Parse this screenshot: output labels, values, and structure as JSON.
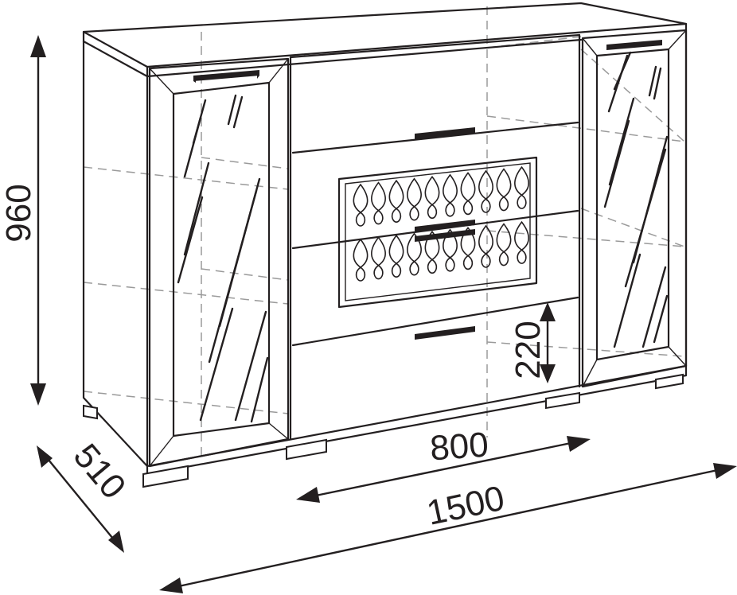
{
  "dimensions": {
    "height": "960",
    "depth": "510",
    "drawer_height": "220",
    "middle_width": "800",
    "total_width": "1500"
  }
}
